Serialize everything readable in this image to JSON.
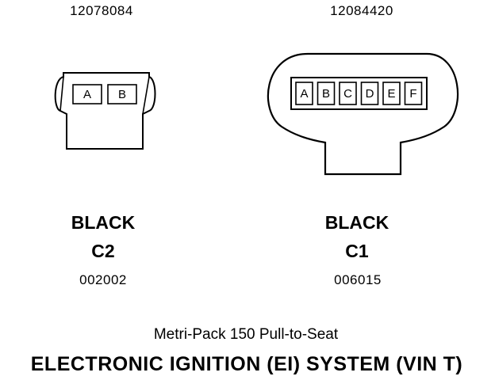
{
  "connectors": [
    {
      "part_number": "12078084",
      "color": "BLACK",
      "designation": "C2",
      "reference_number": "002002",
      "pins": [
        "A",
        "B"
      ]
    },
    {
      "part_number": "12084420",
      "color": "BLACK",
      "designation": "C1",
      "reference_number": "006015",
      "pins": [
        "A",
        "B",
        "C",
        "D",
        "E",
        "F"
      ]
    }
  ],
  "footer": {
    "subtitle": "Metri-Pack 150 Pull-to-Seat",
    "title": "ELECTRONIC IGNITION (EI) SYSTEM (VIN T)"
  }
}
